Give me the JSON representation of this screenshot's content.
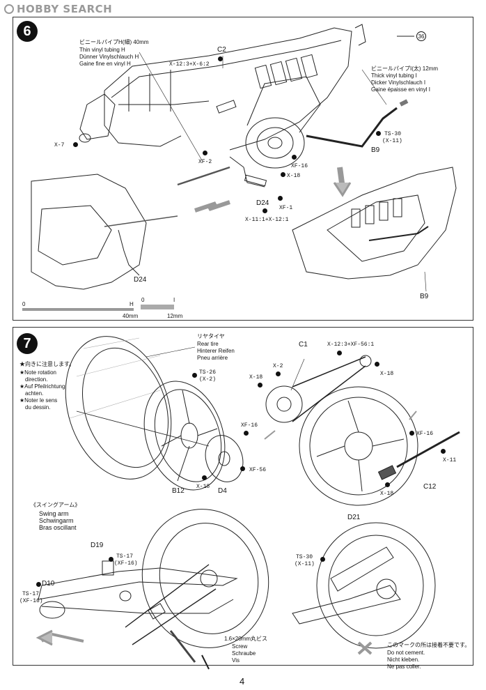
{
  "watermark": "HOBBY SEARCH",
  "page_number": "4",
  "step6": {
    "number": "6",
    "tube_h": [
      "ビニールパイプH(細) 40mm",
      "Thin vinyl tubing H",
      "Dünner Vinylschlauch H",
      "Gaine fine en vinyl H"
    ],
    "tube_i": [
      "ビニールパイプI(太) 12mm",
      "Thick vinyl tubing I",
      "Dicker Vinylschlauch I",
      "Gaine épaisse en vinyl I"
    ],
    "part_c2": "C2",
    "code_c2": "X-12:3+X-6:2",
    "code_x7": "X-7",
    "code_xf2": "XF-2",
    "code_xf16": "XF-16",
    "code_x18": "X-18",
    "code_xf1": "XF-1",
    "part_d24": "D24",
    "code_d24": "X-11:1+X-12:1",
    "code_ts30": "TS-30",
    "code_ts30b": "(X-11)",
    "part_b9": "B9",
    "part_d24b": "D24",
    "part_b9b": "B9",
    "ref36": "36",
    "scale_h_start": "0",
    "scale_h_end": "H",
    "scale_h_len": "40mm",
    "scale_i_start": "0",
    "scale_i_end": "I",
    "scale_i_len": "12mm"
  },
  "step7": {
    "number": "7",
    "note": [
      "★向きに注意します。",
      "★Note rotation",
      "direction.",
      "★Auf Pfeilrichtung",
      "achten.",
      "★Noter le sens",
      "du dessin."
    ],
    "rear_tire": [
      "リヤタイヤ",
      "Rear tire",
      "Hinterer Reifen",
      "Pneu arrière"
    ],
    "code_ts26": "TS-26",
    "code_ts26b": "(X-2)",
    "code_xf16a": "XF-16",
    "code_xf56": "XF-56",
    "code_x18a": "X-18",
    "part_b12": "B12",
    "part_d4": "D4",
    "part_c1": "C1",
    "code_c1": "X-12:3+XF-56:1",
    "code_x18b": "X-18",
    "code_x2": "X-2",
    "code_x18c": "X-18",
    "code_xf16b": "XF-16",
    "code_x11": "X-11",
    "code_x18d": "X-18",
    "part_c12": "C12",
    "swing_arm": [
      "《スイングアーム》",
      "Swing arm",
      "Schwingarm",
      "Bras oscillant"
    ],
    "part_d19": "D19",
    "code_ts17": "TS-17",
    "code_ts17b": "(XF-16)",
    "part_d10": "D10",
    "code_ts17c": "TS-17",
    "code_ts17d": "(XF-16)",
    "screw": [
      "1.6×20mm丸ビス",
      "Screw",
      "Schraube",
      "Vis"
    ],
    "part_d21": "D21",
    "code_ts30": "TS-30",
    "code_ts30b": "(X-11)",
    "no_cement": [
      "このマークの所は接着不要です。",
      "Do not cement.",
      "Nicht kleben.",
      "Ne pas coller."
    ]
  }
}
